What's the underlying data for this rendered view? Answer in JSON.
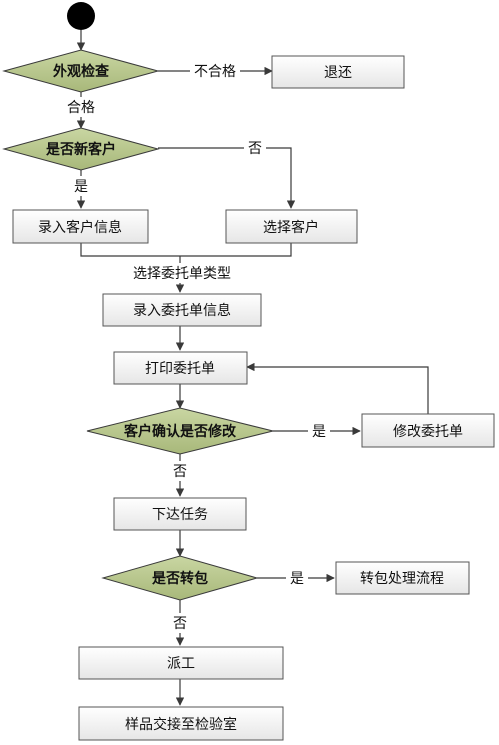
{
  "nodes": {
    "appearance_check": "外观检查",
    "return_item": "退还",
    "is_new_customer": "是否新客户",
    "enter_customer_info": "录入客户信息",
    "select_customer": "选择客户",
    "enter_order_info": "录入委托单信息",
    "print_order": "打印委托单",
    "customer_confirm": "客户确认是否修改",
    "modify_order": "修改委托单",
    "dispatch_task": "下达任务",
    "is_subcontract": "是否转包",
    "subcontract_process": "转包处理流程",
    "dispatch_work": "派工",
    "sample_handover": "样品交接至检验室"
  },
  "edge_labels": {
    "unqualified": "不合格",
    "qualified": "合格",
    "no_1": "否",
    "yes_1": "是",
    "select_order_type": "选择委托单类型",
    "yes_2": "是",
    "no_2": "否",
    "yes_3": "是",
    "no_3": "否"
  },
  "colors": {
    "diamond_fill": "#b9c88f",
    "box_fill": "#f3f3f3",
    "stroke": "#3a3a3a"
  }
}
